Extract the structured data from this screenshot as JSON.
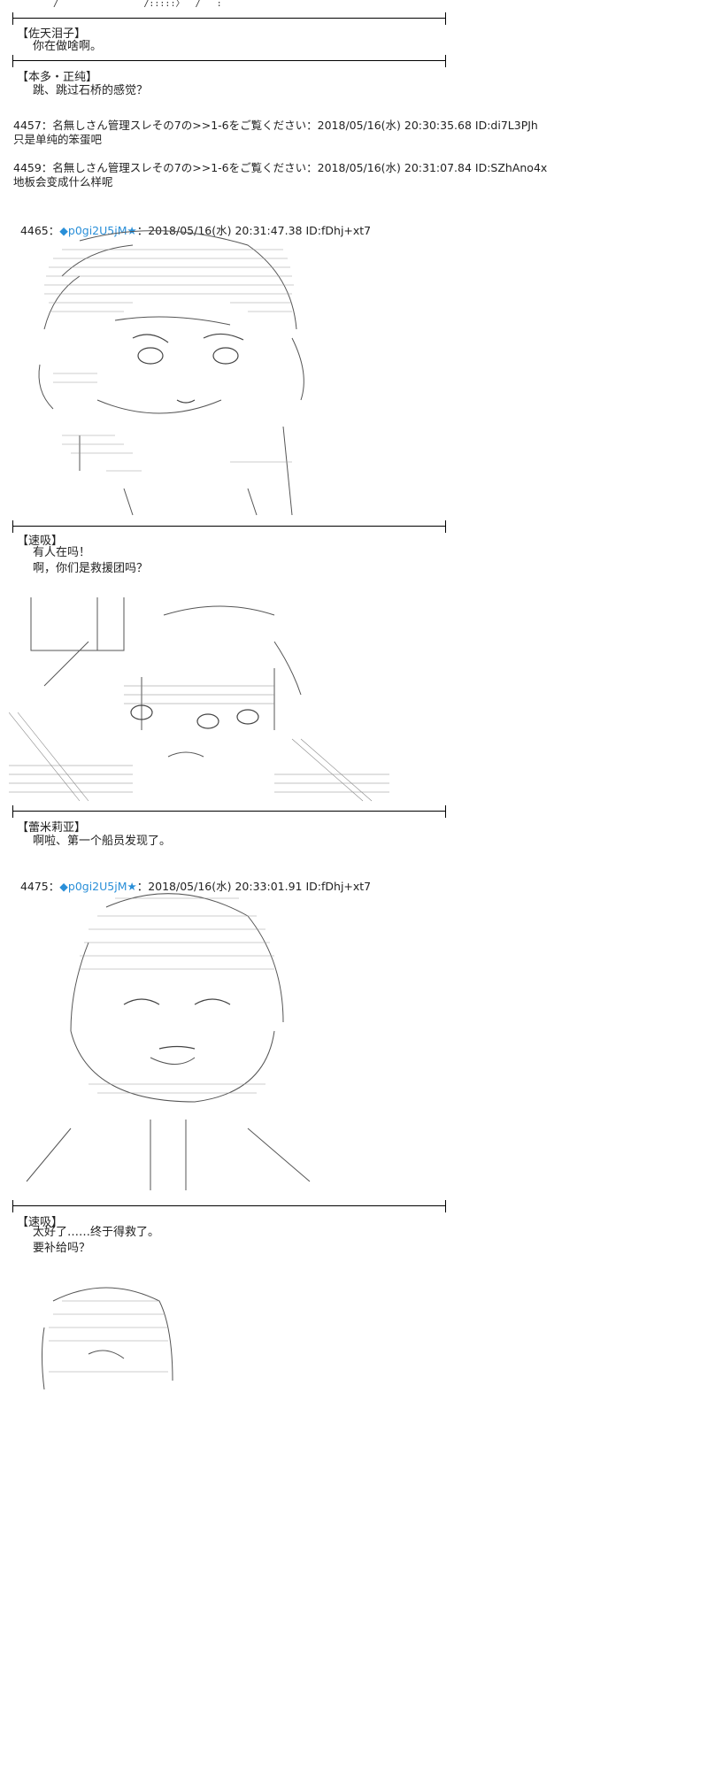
{
  "top_fragment": "/                /:::::〉  /   :",
  "blocks": [
    {
      "speaker": "【佐天泪子】",
      "lines": [
        "你在做啥啊。"
      ]
    },
    {
      "speaker": "【本多・正纯】",
      "lines": [
        "跳、跳过石桥的感觉？"
      ]
    },
    {
      "speaker": "【速吸】",
      "lines": [
        "有人在吗！",
        "啊，你们是救援团吗？"
      ]
    },
    {
      "speaker": "【蕾米莉亚】",
      "lines": [
        "啊啦、第一个船员发现了。"
      ]
    },
    {
      "speaker": "【速吸】",
      "lines": [
        "太好了……终于得救了。",
        "要补给吗？"
      ]
    }
  ],
  "posts": [
    {
      "header": "4457：名無しさん管理スレその7の>>1-6をご覧ください：2018/05/16(水) 20:30:35.68 ID:di7L3PJh",
      "body": "只是单纯的笨蛋吧"
    },
    {
      "header": "4459：名無しさん管理スレその7の>>1-6をご覧ください：2018/05/16(水) 20:31:07.84 ID:SZhAno4x",
      "body": "地板会变成什么样呢"
    }
  ],
  "op_posts": [
    {
      "num": "4465：",
      "trip": "◆p0gi2U5jM★",
      "rest": "：2018/05/16(水) 20:31:47.38 ID:fDhj+xt7"
    },
    {
      "num": "4475：",
      "trip": "◆p0gi2U5jM★",
      "rest": "：2018/05/16(水) 20:33:01.91 ID:fDhj+xt7"
    }
  ],
  "colors": {
    "trip": "#2a8fd8",
    "rule": "#000000",
    "art": "#333333"
  }
}
